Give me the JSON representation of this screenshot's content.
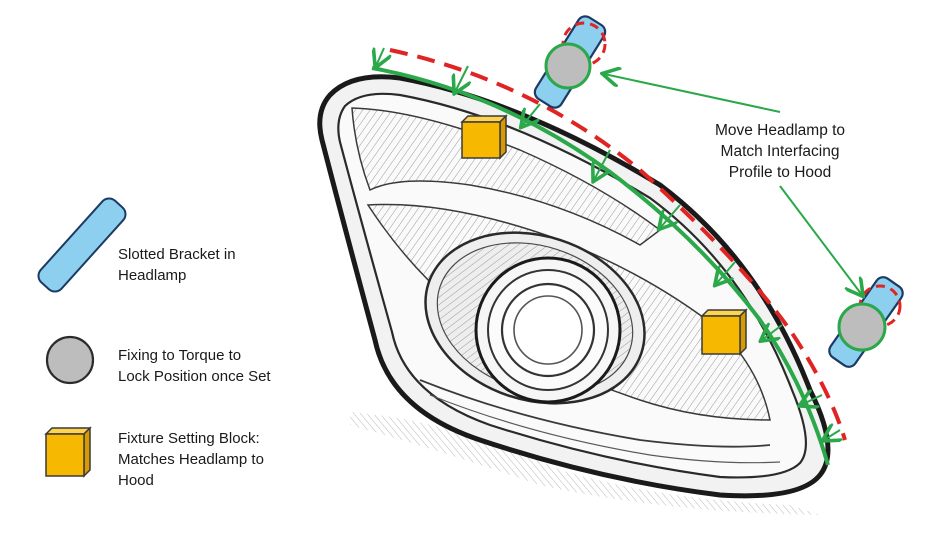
{
  "legend": {
    "items": [
      {
        "icon": "slotted-bracket-icon",
        "lines": [
          "Slotted Bracket in",
          "Headlamp"
        ]
      },
      {
        "icon": "fixing-icon",
        "lines": [
          "Fixing to Torque to",
          "Lock Position once Set"
        ]
      },
      {
        "icon": "fixture-block-icon",
        "lines": [
          "Fixture Setting Block:",
          "Matches Headlamp to",
          "Hood"
        ]
      }
    ]
  },
  "callout": {
    "lines": [
      "Move Headlamp to",
      "Match Interfacing",
      "Profile to Hood"
    ]
  },
  "colors": {
    "bracket_fill": "#8ccfee",
    "bracket_stroke": "#1d3a63",
    "fixing_fill": "#bdbdbd",
    "fixing_stroke": "#2b2b2b",
    "fixing_ring": "#2aa84a",
    "block_fill": "#f6b800",
    "block_stroke": "#3a3a3a",
    "target_profile": "#2aa84a",
    "current_profile": "#e02424",
    "arrow": "#2aa84a"
  }
}
